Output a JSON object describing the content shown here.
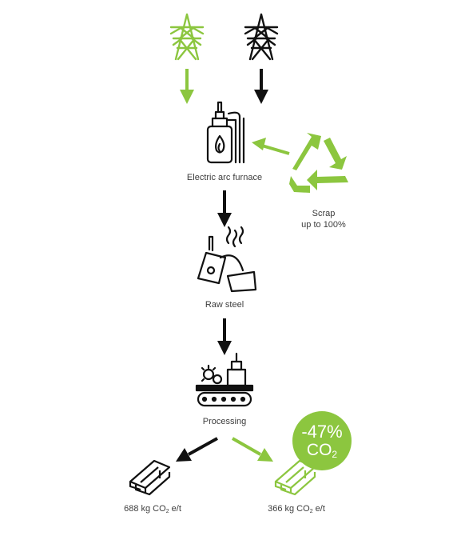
{
  "colors": {
    "green": "#8cc63f",
    "black": "#111111",
    "text": "#3d3d3d"
  },
  "icons": {
    "green_power": "transmission-tower-icon",
    "black_power": "transmission-tower-icon",
    "furnace": "electric-arc-furnace-icon",
    "scrap": "recycle-icon",
    "raw_steel": "ladle-pouring-icon",
    "processing": "conveyor-processing-icon",
    "beam_black": "steel-beam-icon",
    "beam_green": "steel-beam-icon"
  },
  "nodes": {
    "furnace": {
      "label": "Electric arc furnace"
    },
    "scrap": {
      "label_line1": "Scrap",
      "label_line2": "up to 100%"
    },
    "raw_steel": {
      "label": "Raw steel"
    },
    "processing": {
      "label": "Processing"
    },
    "output_conventional": {
      "prefix": "688 kg CO",
      "sub": "2",
      "suffix": " e/t"
    },
    "output_green": {
      "prefix": "366 kg CO",
      "sub": "2",
      "suffix": " e/t"
    }
  },
  "badge": {
    "percent": "-47%",
    "co2": "CO",
    "co2_sub": "2"
  }
}
